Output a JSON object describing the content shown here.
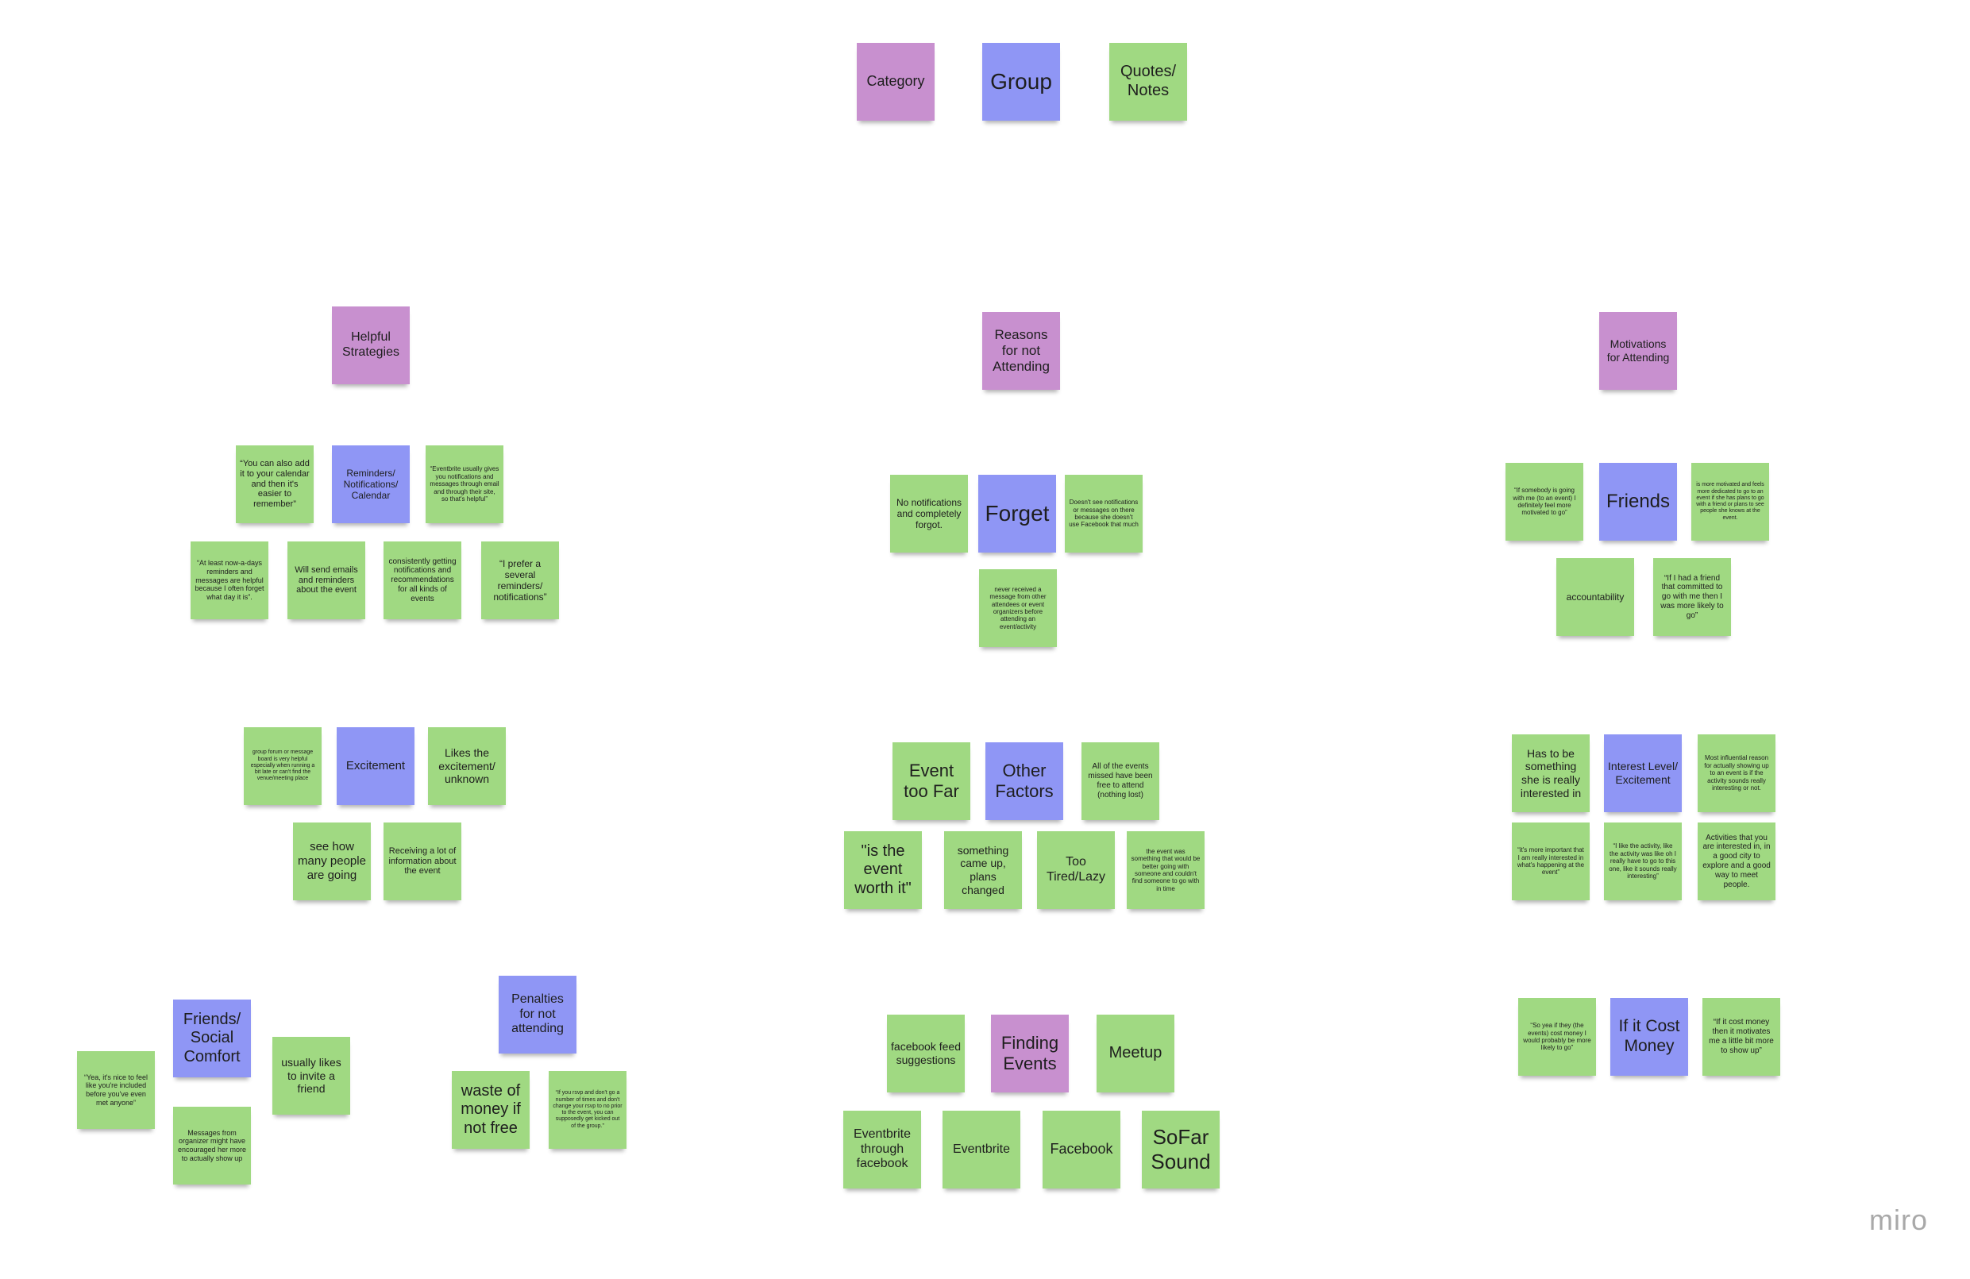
{
  "board": {
    "watermark": "miro"
  },
  "colors": {
    "category": "#c890cf",
    "group": "#8f96f5",
    "quote_note": "#a0d982",
    "text": "#1e1e1e",
    "watermark": "#a9a9a9"
  },
  "legend": {
    "category": "Category",
    "group": "Group",
    "quotes_notes": "Quotes/ Notes"
  },
  "helpful_strategies": {
    "category": "Helpful Strategies",
    "reminders": {
      "group": "Reminders/ Notifications/ Calendar",
      "notes": [
        "“You can also add it to your calendar and then it's easier to remember”",
        "“Eventbrite usually gives you notifications and messages through email and through their site, so that's helpful”",
        "“At least now-a-days reminders and messages are helpful because I often forget what day it is”.",
        "Will send emails and reminders about the event",
        "consistently getting notifications and recommendations for all kinds of events",
        "“I prefer a several reminders/ notifications”"
      ]
    },
    "excitement": {
      "group": "Excitement",
      "notes": [
        "group forum or message board is very helpful especially when running a bit late or can't find the venue/meeting place",
        "Likes the excitement/ unknown",
        "see how many people are going",
        "Receiving a lot of information about the event"
      ]
    },
    "social_comfort": {
      "group": "Friends/ Social Comfort",
      "notes": [
        "“Yea, it's nice to feel like you're included before you've even met anyone”",
        "usually likes to invite a friend",
        "Messages from organizer might have encouraged her more to actually show up"
      ]
    },
    "penalties": {
      "group": "Penalties for not attending",
      "notes": [
        "waste of money if not free",
        "“If you rsvp and don't go a number of times and don't change your rsvp to no prior to the event, you can supposedly get kicked out of the group.”"
      ]
    }
  },
  "reasons_not_attending": {
    "category": "Reasons for not Attending",
    "forget": {
      "group": "Forget",
      "notes": [
        "No notifications and completely forgot.",
        "Doesn't see notifications or messages on there because she doesn't use Facebook that much",
        "never received a message from other attendees or event organizers before attending an event/activity"
      ]
    },
    "other_factors": {
      "group": "Other Factors",
      "notes": [
        "Event too Far",
        "All of the events missed have been free to attend (nothing lost)",
        "\"is the event worth it\"",
        "something came up, plans changed",
        "Too Tired/Lazy",
        "the event was something that would be better going with someone and couldn't find someone to go with in time"
      ]
    }
  },
  "finding_events": {
    "category": "Finding Events",
    "notes": [
      "facebook feed suggestions",
      "Meetup",
      "Eventbrite through facebook",
      "Eventbrite",
      "Facebook",
      "SoFar Sound"
    ]
  },
  "motivations_for_attending": {
    "category": "Motivations for Attending",
    "friends": {
      "group": "Friends",
      "notes": [
        "“If somebody is going with me (to an event) I definitely feel more motivated to go”",
        "is more motivated and feels more dedicated to go to an event if she has plans to go with a friend or plans to see people she knows at the event.",
        "accountability",
        "“If I had a friend that committed to go with me then I was more likely to go”"
      ]
    },
    "interest_level": {
      "group": "Interest Level/ Excitement",
      "notes": [
        "Has to be something she is really interested in",
        "Most influential reason for actually showing up to an event is if the activity sounds really interesting or not.",
        "“it's more important that I am really interested in what's happening at the event”",
        "“I like the activity, like the activity was like oh I really have to go to this one, like it sounds really interesting”",
        "Activities that you are interested in, in a good city to explore and a good way to meet people."
      ]
    },
    "cost": {
      "group": "If it Cost Money",
      "notes": [
        "“So yea if they (the events) cost money I would probably be more likely to go”",
        "“If it cost money then it motivates me a little bit more to show up”"
      ]
    }
  }
}
